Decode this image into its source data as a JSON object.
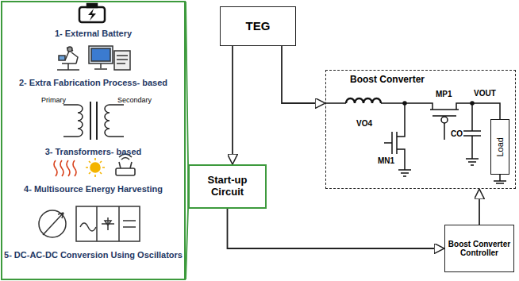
{
  "diagram": {
    "nodes": [
      {
        "text": [
          "1- External Battery",
          "2- Extra Fabrication Process- based",
          "3- Transformers- based",
          "4- Multisource Energy Harvesting",
          "5- DC-AC-DC Conversion Using Oscillators"
        ]
      },
      {
        "text": [
          "TEG"
        ]
      },
      {
        "text": [
          "Start-up Circuit"
        ]
      },
      {
        "text": [
          "Boost Converter"
        ]
      },
      {
        "text": [
          "Load"
        ],
        "in": 3
      },
      {
        "text": [
          "Boost Converter Controller"
        ]
      }
    ],
    "edges": [
      {
        "from": 0,
        "to": 2,
        "arrow": "none"
      },
      {
        "from": 1,
        "to": 2,
        "arrow": "to"
      },
      {
        "from": 1,
        "to": 3,
        "arrow": "to"
      },
      {
        "from": 2,
        "to": 5,
        "arrow": "to"
      },
      {
        "from": 5,
        "to": 3,
        "arrow": "to"
      }
    ],
    "labels": [
      "Primary",
      "Secondary",
      "VO4",
      "MN1",
      "MP1",
      "CO",
      "VOUT"
    ]
  }
}
